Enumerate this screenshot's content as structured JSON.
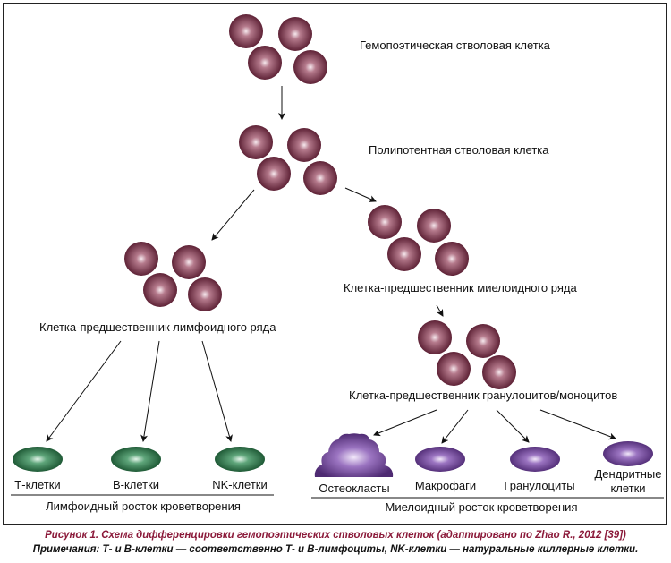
{
  "colors": {
    "stem_cell": "#7a3548",
    "lymphoid_cell": "#2e7a4e",
    "myeloid_cell": "#7a4fa0",
    "caption_title": "#8b1a3a"
  },
  "nodes": {
    "hsc": "Гемопоэтическая стволовая клетка",
    "pluripotent": "Полипотентная стволовая клетка",
    "lymphoid_progenitor": "Клетка-предшественник лимфоидного ряда",
    "myeloid_progenitor": "Клетка-предшественник миелоидного ряда",
    "granulocyte_monocyte_progenitor": "Клетка-предшественник гранулоцитов/моноцитов"
  },
  "lymphoid_cells": [
    "Т-клетки",
    "В-клетки",
    "NK-клетки"
  ],
  "myeloid_cells": {
    "osteoclasts": "Остеокласты",
    "macrophages": "Макрофаги",
    "granulocytes": "Гранулоциты",
    "dendritic_line1": "Дендритные",
    "dendritic_line2": "клетки"
  },
  "groups": {
    "lymphoid": "Лимфоидный росток кроветворения",
    "myeloid": "Миелоидный росток кроветворения"
  },
  "caption": {
    "title": "Рисунок 1. Схема дифференцировки гемопоэтических стволовых клеток (адаптировано по Zhao R., 2012 [39])",
    "note": "Примечания: Т- и В-клетки — соответственно Т- и В-лимфоциты, NK-клетки — натуральные киллерные клетки."
  }
}
